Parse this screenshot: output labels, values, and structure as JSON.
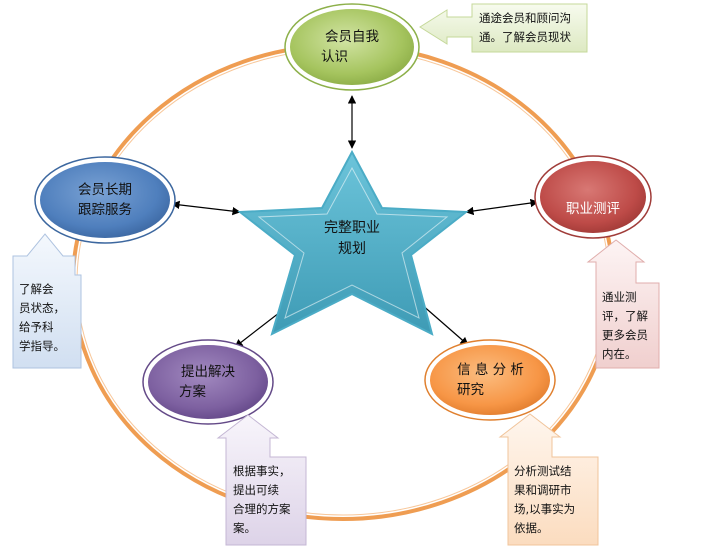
{
  "center": {
    "line1": "完整职业",
    "line2": "规划"
  },
  "nodes": {
    "self_awareness": {
      "line1": "会员自我",
      "line2": "认识",
      "color": "#a7c760"
    },
    "assessment": {
      "line1": "职业测评",
      "line2": "",
      "color": "#c0504d"
    },
    "analysis": {
      "line1": "信 息 分 析",
      "line2": "研究",
      "color": "#f79646"
    },
    "solution": {
      "line1": "提出解决",
      "line2": "方案",
      "color": "#8064a2"
    },
    "tracking": {
      "line1": "会员长期",
      "line2": "跟踪服务",
      "color": "#4f81bd"
    }
  },
  "notes": {
    "self_awareness": {
      "line1": "通途会员和顾问沟",
      "line2": "通。了解会员现状"
    },
    "assessment": {
      "line1": "通业测",
      "line2": "评，了解",
      "line3": "更多会员",
      "line4": "内在。"
    },
    "analysis": {
      "line1": "分析测试结",
      "line2": "果和调研市",
      "line3": "场,以事实为",
      "line4": "依据。"
    },
    "solution": {
      "line1": "根据事实，",
      "line2": "提出可续",
      "line3": "合理的方案",
      "line4": "案。"
    },
    "tracking": {
      "line1": "了解会",
      "line2": "员状态，",
      "line3": "给予科",
      "line4": "学指导。"
    }
  },
  "colors": {
    "ring": "#f0a35a",
    "star": "#4bacc6",
    "arrow": "#000000"
  }
}
